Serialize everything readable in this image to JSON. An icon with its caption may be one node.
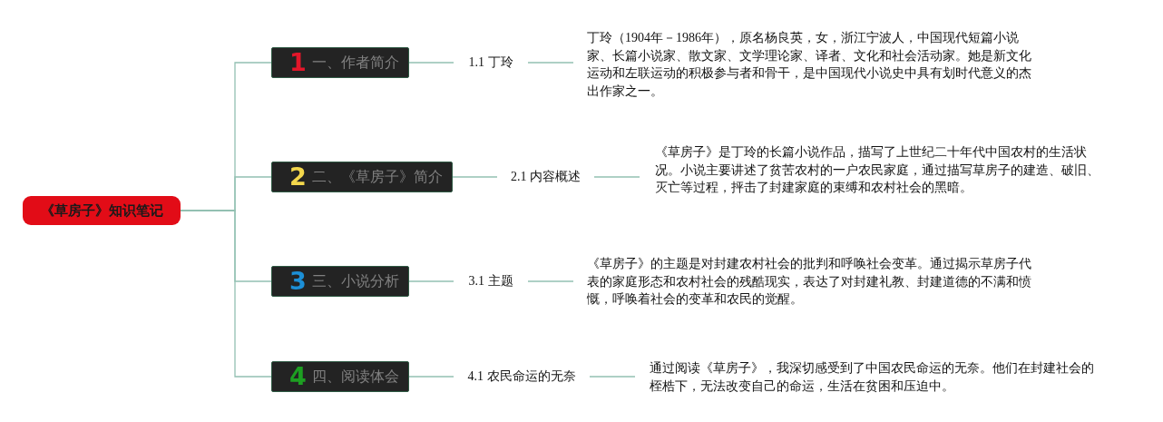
{
  "diagram": {
    "nodes": [
      {
        "text": [
          "《草房子》知识笔记"
        ]
      },
      {
        "text": [
          "1",
          "一、作者简介"
        ]
      },
      {
        "text": [
          "1.1 丁玲"
        ]
      },
      {
        "text": [
          "丁玲（1904年－1986年），原名杨良英，女，浙江宁波人，中国现代短篇小说家、长篇小说家、散文家、文学理论家、译者、文化和社会活动家。她是新文化运动和左联运动的积极参与者和骨干，是中国现代小说史中具有划时代意义的杰出作家之一。"
        ]
      },
      {
        "text": [
          "2",
          "二、《草房子》简介"
        ]
      },
      {
        "text": [
          "2.1 内容概述"
        ]
      },
      {
        "text": [
          "《草房子》是丁玲的长篇小说作品，描写了上世纪二十年代中国农村的生活状况。小说主要讲述了贫苦农村的一户农民家庭，通过描写草房子的建造、破旧、灭亡等过程，抨击了封建家庭的束缚和农村社会的黑暗。"
        ]
      },
      {
        "text": [
          "3",
          "三、小说分析"
        ]
      },
      {
        "text": [
          "3.1 主题"
        ]
      },
      {
        "text": [
          "《草房子》的主题是对封建农村社会的批判和呼唤社会变革。通过揭示草房子代表的家庭形态和农村社会的残酷现实，表达了对封建礼教、封建道德的不满和愤慨，呼唤着社会的变革和农民的觉醒。"
        ]
      },
      {
        "text": [
          "4",
          "四、阅读体会"
        ]
      },
      {
        "text": [
          "4.1 农民命运的无奈"
        ]
      },
      {
        "text": [
          "通过阅读《草房子》，我深切感受到了中国农民命运的无奈。他们在封建社会的桎梏下，无法改变自己的命运，生活在贫困和压迫中。"
        ]
      }
    ],
    "edges": [
      {
        "from": 0,
        "to": 1,
        "arrow": "none"
      },
      {
        "from": 0,
        "to": 4,
        "arrow": "none"
      },
      {
        "from": 0,
        "to": 7,
        "arrow": "none"
      },
      {
        "from": 0,
        "to": 10,
        "arrow": "none"
      },
      {
        "from": 1,
        "to": 2,
        "arrow": "none"
      },
      {
        "from": 2,
        "to": 3,
        "arrow": "none"
      },
      {
        "from": 4,
        "to": 5,
        "arrow": "none"
      },
      {
        "from": 5,
        "to": 6,
        "arrow": "none"
      },
      {
        "from": 7,
        "to": 8,
        "arrow": "none"
      },
      {
        "from": 8,
        "to": 9,
        "arrow": "none"
      },
      {
        "from": 10,
        "to": 11,
        "arrow": "none"
      },
      {
        "from": 11,
        "to": 12,
        "arrow": "none"
      }
    ]
  }
}
